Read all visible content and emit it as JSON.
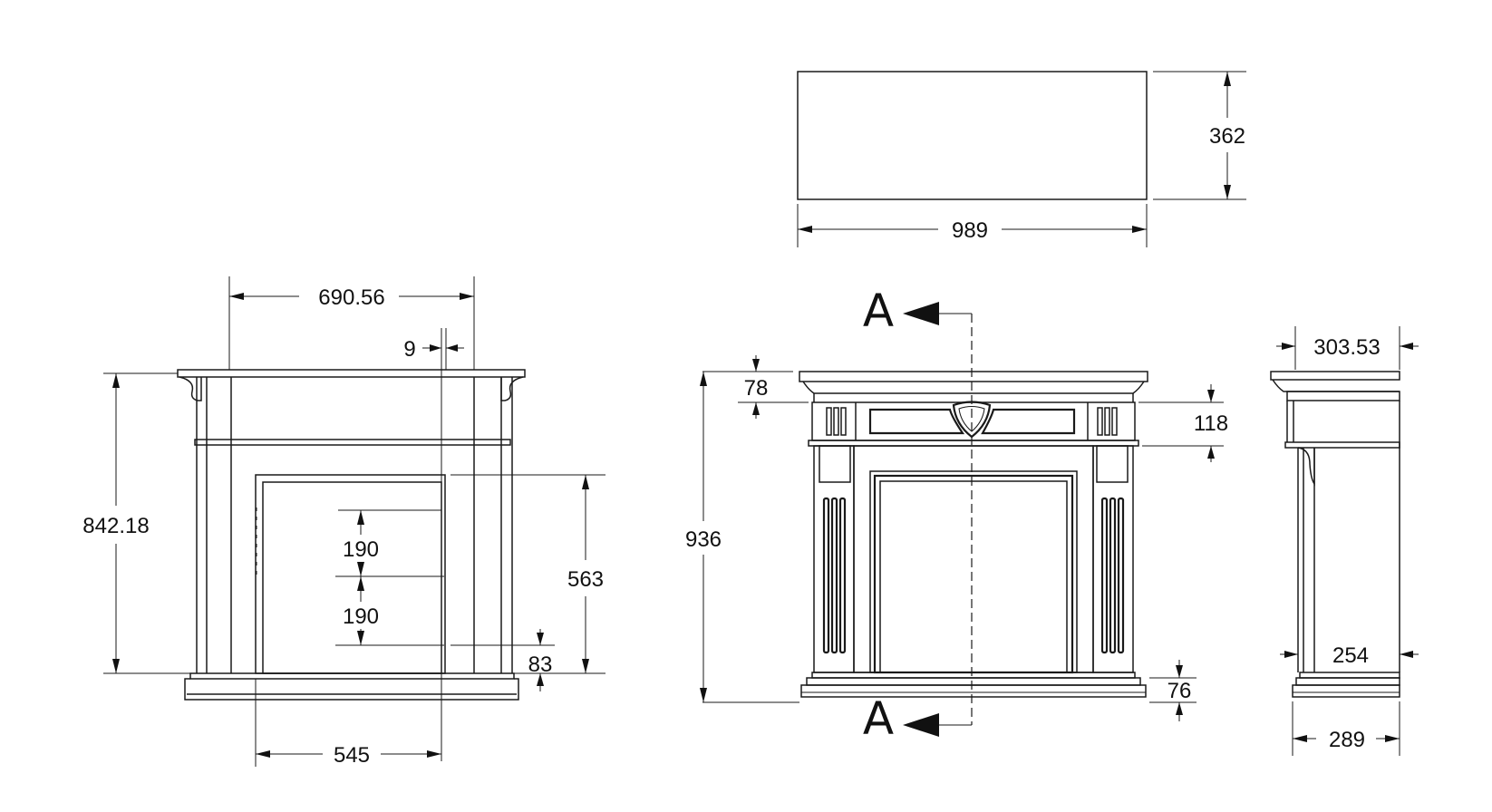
{
  "top_view": {
    "width": "989",
    "depth": "362"
  },
  "section_view": {
    "inner_width": "690.56",
    "lip": "9",
    "height": "842.18",
    "opening_height": "563",
    "panel_upper": "190",
    "panel_lower": "190",
    "base_offset": "83",
    "opening_width": "545"
  },
  "front_view": {
    "height": "936",
    "top_band": "78",
    "frieze": "118",
    "plinth": "76",
    "section_label": "A"
  },
  "side_view": {
    "top_depth": "303.53",
    "leg_depth": "254",
    "base_depth": "289"
  }
}
